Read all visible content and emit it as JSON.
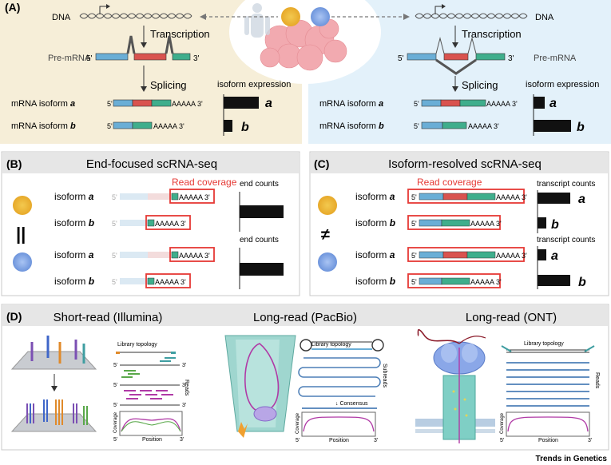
{
  "panelA": {
    "label": "(A)",
    "dna": "DNA",
    "transcription": "Transcription",
    "pre_mrna": "Pre-mRNA",
    "splicing": "Splicing",
    "isoform_expression": "isoform expression",
    "prime5": "5'",
    "prime3": "3'",
    "polyA": "AAAAA",
    "mrna_a_prefix": "mRNA isoform ",
    "mrna_b_prefix": "mRNA isoform ",
    "letter_a": "a",
    "letter_b": "b",
    "left_expression": {
      "a": 0.8,
      "b": 0.2
    },
    "right_expression": {
      "a": 0.25,
      "b": 0.85
    }
  },
  "panelB": {
    "label": "(B)",
    "title": "End-focused scRNA-seq",
    "read_coverage": "Read coverage",
    "end_counts_1": "end counts",
    "end_counts_2": "end counts",
    "isoform_prefix": "isoform ",
    "equal_symbol": "||"
  },
  "panelC": {
    "label": "(C)",
    "title": "Isoform-resolved scRNA-seq",
    "read_coverage": "Read coverage",
    "transcript_counts_1": "transcript counts",
    "transcript_counts_2": "transcript counts",
    "not_equal_symbol": "≠",
    "cell1": {
      "a": 0.75,
      "b": 0.2
    },
    "cell2": {
      "a": 0.2,
      "b": 0.75
    }
  },
  "panelD": {
    "label": "(D)",
    "short_title": "Short-read (Illumina)",
    "pacbio_title": "Long-read (PacBio)",
    "ont_title": "Long-read (ONT)",
    "library_topology": "Library topology",
    "reads": "Reads",
    "subreads": "Subreads",
    "consensus": "Consensus",
    "coverage": "Coverage",
    "position": "Position"
  },
  "footer": "Trends in Genetics",
  "colors": {
    "blue_exon": "#6aaed6",
    "red_exon": "#d9534f",
    "teal_exon": "#3fae8c",
    "panelA_left_bg": "#f6eed8",
    "panelA_right_bg": "#e3f1fa",
    "panel_border": "#c8c8c8",
    "highlight_box": "#e53935",
    "read_coverage_text": "#e53935"
  }
}
